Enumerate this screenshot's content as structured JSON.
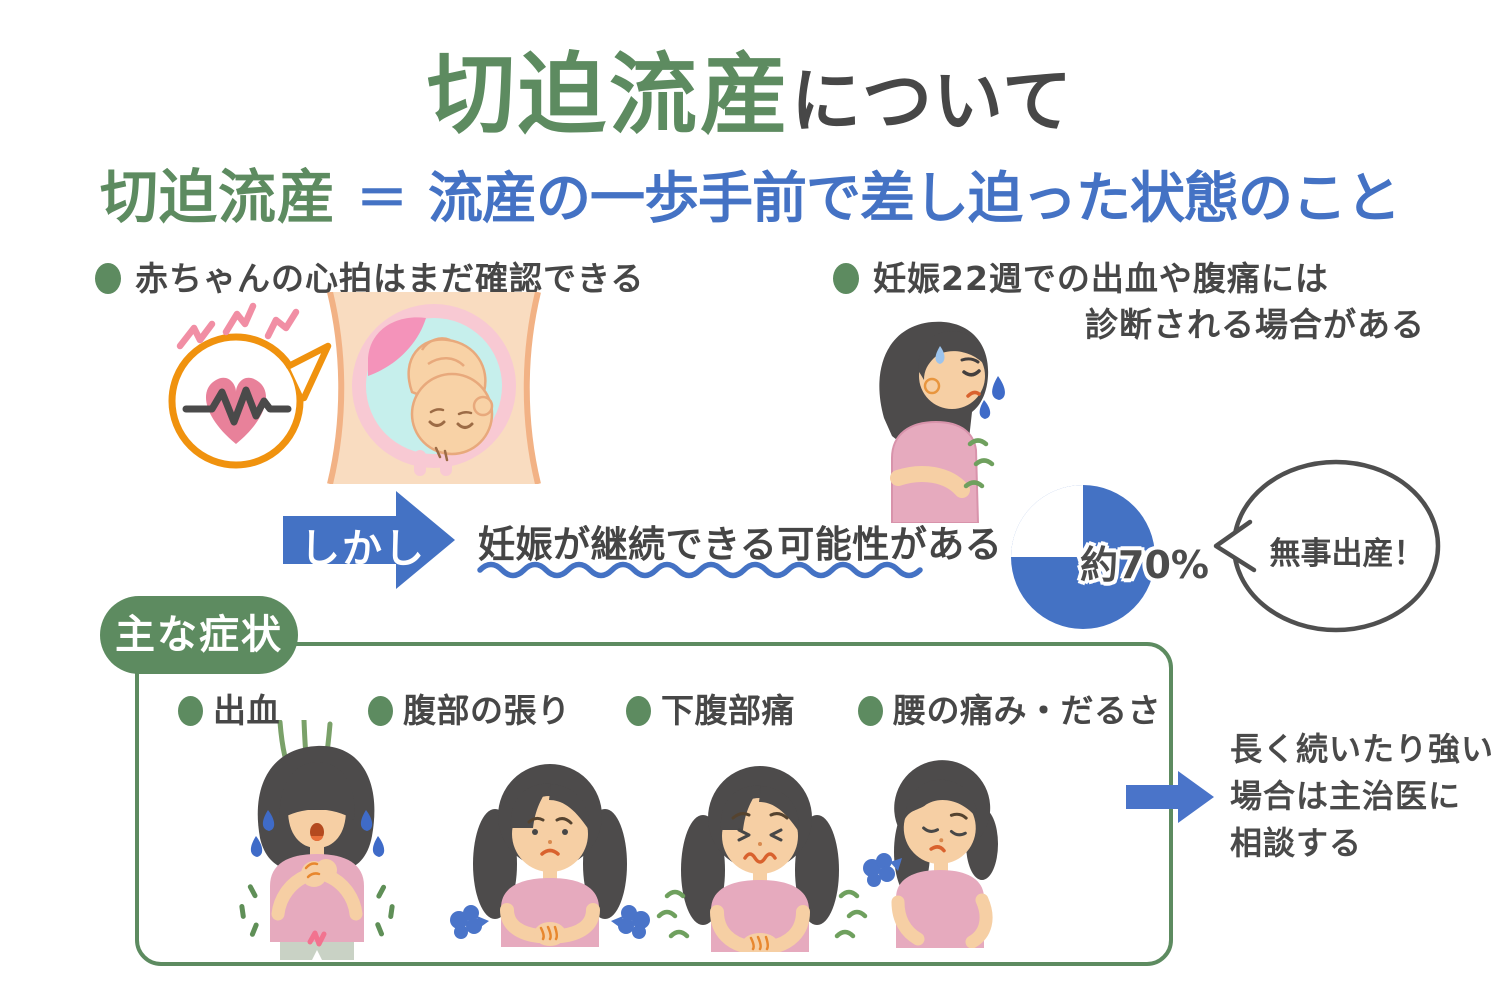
{
  "title": {
    "highlight": "切迫流産",
    "suffix": "について"
  },
  "definition": {
    "term": "切迫流産",
    "equals": "＝",
    "description": "流産の一歩手前で差し迫った状態のこと"
  },
  "points": {
    "heartbeat": "赤ちゃんの心拍はまだ確認できる",
    "week22_line1": "妊娠22週での出血や腹痛には",
    "week22_line2": "診断される場合がある"
  },
  "however": {
    "label": "しかし",
    "statement": "妊娠が継続できる可能性がある"
  },
  "outcome": {
    "pie_label": "約70%",
    "callout": "無事出産！"
  },
  "symptoms": {
    "header": "主な症状",
    "items": [
      "出血",
      "腹部の張り",
      "下腹部痛",
      "腰の痛み・だるさ"
    ],
    "advice": [
      "長く続いたり強い",
      "場合は主治医に",
      "相談する"
    ]
  },
  "chart_data": {
    "type": "pie",
    "slices": [
      {
        "label": "約70%",
        "value": 70,
        "color": "#4472c4"
      },
      {
        "label": "",
        "value": 30,
        "color": "#ffffff"
      }
    ],
    "callout": "無事出産！",
    "legend_position": "none"
  },
  "colors": {
    "green": "#5d8b60",
    "blue": "#4472c4",
    "dark_text": "#474747",
    "shirt_pink": "#e6aabe",
    "skin": "#f6cfa4",
    "hair": "#4d4b4b",
    "orange": "#f0920e",
    "heart_pink": "#e8819a",
    "squiggle_green": "#6fa05e"
  }
}
